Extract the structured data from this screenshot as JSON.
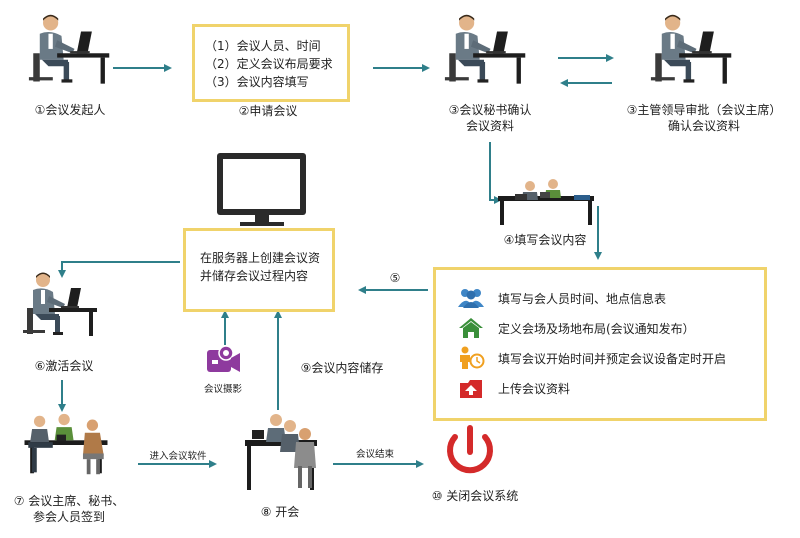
{
  "steps": {
    "initiator": "①会议发起人",
    "apply": "②申请会议",
    "secretary_1": "③会议秘书确认",
    "secretary_2": "会议资料",
    "leader_1": "③主管领导审批（会议主席）",
    "leader_2": "确认会议资料",
    "fill": "④填写会议内容",
    "five": "⑤",
    "activate": "⑥激活会议",
    "signin_1": "⑦ 会议主席、秘书、",
    "signin_2": "参会人员签到",
    "open": "⑧ 开会",
    "store": "⑨会议内容储存",
    "close": "⑩ 关闭会议系统"
  },
  "request_box": {
    "lines": [
      "（1）会议人员、时间",
      "（2）定义会议布局要求",
      "（3）会议内容填写"
    ]
  },
  "server_box": {
    "lines": [
      "在服务器上创建会议资",
      "并储存会议过程内容"
    ]
  },
  "tasks": [
    {
      "icon": "people-icon",
      "text": "填写与会人员时间、地点信息表"
    },
    {
      "icon": "home-icon",
      "text": "定义会场及场地布局(会议通知发布）"
    },
    {
      "icon": "person-clock-icon",
      "text": "填写会议开始时间并预定会议设备定时开启"
    },
    {
      "icon": "upload-icon",
      "text": "上传会议资料"
    }
  ],
  "edge_labels": {
    "enter_software": "进入会议软件",
    "meeting_end": "会议结束",
    "camera": "会议摄影"
  },
  "colors": {
    "arrow": "#2f7f8a",
    "box_border": "#f0d36b",
    "people_icon": "#3f86c6",
    "home_icon": "#3a8f3a",
    "clock_icon": "#f0a020",
    "upload_icon": "#d42a2a",
    "power_icon": "#d42a2a",
    "camera_icon": "#8e3a9e"
  }
}
